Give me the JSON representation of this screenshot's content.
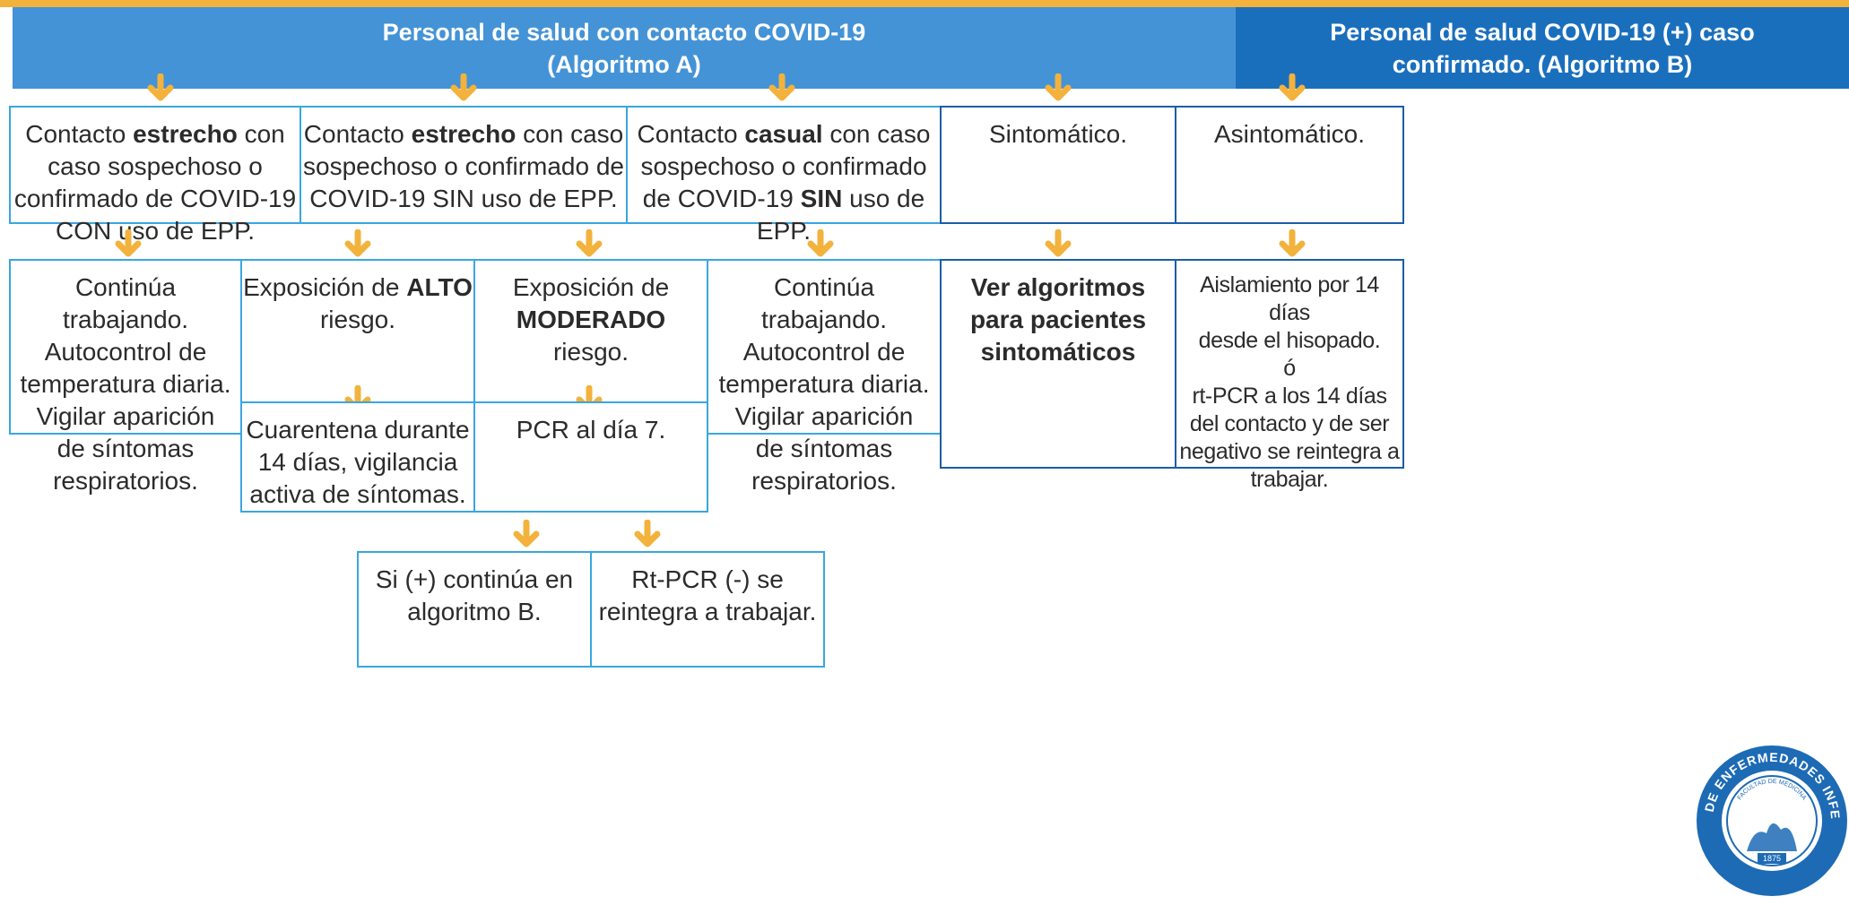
{
  "headers": {
    "a": [
      "Personal de salud con contacto COVID-19",
      "(Algoritmo A)"
    ],
    "b": [
      "Personal de salud COVID-19 (+) caso",
      "confirmado. (Algoritmo B)"
    ]
  },
  "row1": {
    "contacto_estrecho_con_epp": {
      "l1_pre": "Contacto ",
      "l1_bold": "estrecho",
      "l1_post": " con",
      "l2": "caso sospechoso o",
      "l3": "confirmado de COVID-19",
      "l4": "CON uso de EPP."
    },
    "contacto_estrecho_sin_epp": {
      "l1_pre": "Contacto ",
      "l1_bold": "estrecho",
      "l1_post": " con caso",
      "l2": "sospechoso o confirmado de",
      "l3": "COVID-19 SIN uso de EPP."
    },
    "contacto_casual": {
      "l1_pre": "Contacto ",
      "l1_bold": "casual",
      "l1_post": " con caso",
      "l2": "sospechoso o confirmado",
      "l3_pre": "de COVID-19 ",
      "l3_bold": "SIN",
      "l3_post": " uso de",
      "l4": "EPP."
    },
    "sintomatico": "Sintomático.",
    "asintomatico": "Asintomático."
  },
  "row2": {
    "continua_1": [
      "Continúa trabajando.",
      "Autocontrol de",
      "temperatura diaria.",
      "Vigilar aparición",
      "de síntomas",
      "respiratorios."
    ],
    "alto": {
      "pre": "Exposición de ",
      "bold": "ALTO",
      "l2": "riesgo."
    },
    "moderado": {
      "l1": "Exposición de",
      "bold": "MODERADO",
      "post": " riesgo."
    },
    "continua_2": [
      "Continúa trabajando.",
      "Autocontrol de",
      "temperatura diaria.",
      "Vigilar aparición",
      "de síntomas",
      "respiratorios."
    ],
    "ver_algoritmos": [
      "Ver algoritmos",
      "para pacientes",
      "sintomáticos"
    ],
    "aislamiento": [
      "Aislamiento por 14 días",
      "desde el hisopado.",
      "ó",
      "rt-PCR a los 14 días",
      "del contacto y de ser",
      "negativo se reintegra a",
      "trabajar."
    ]
  },
  "row3": {
    "cuarentena": [
      "Cuarentena durante",
      "14 días, vigilancia",
      "activa de síntomas."
    ],
    "pcr": "PCR al día 7."
  },
  "row4": {
    "positivo": [
      "Si (+) continúa en",
      "algoritmo B."
    ],
    "negativo": [
      "Rt-PCR (-) se",
      "reintegra a trabajar."
    ]
  },
  "logo": {
    "arc_text": "CATEDRA DE ENFERMEDADES INFECCIOSAS",
    "inner_text": "FACULTAD DE MEDICINA",
    "year": "1875"
  },
  "colors": {
    "header_a": "#4493d6",
    "header_b": "#1a6fbd",
    "arrow": "#f3b23c",
    "box_border_a": "#3aa6df",
    "box_border_b": "#1a5ea8",
    "logo": "#1d6bb5"
  }
}
